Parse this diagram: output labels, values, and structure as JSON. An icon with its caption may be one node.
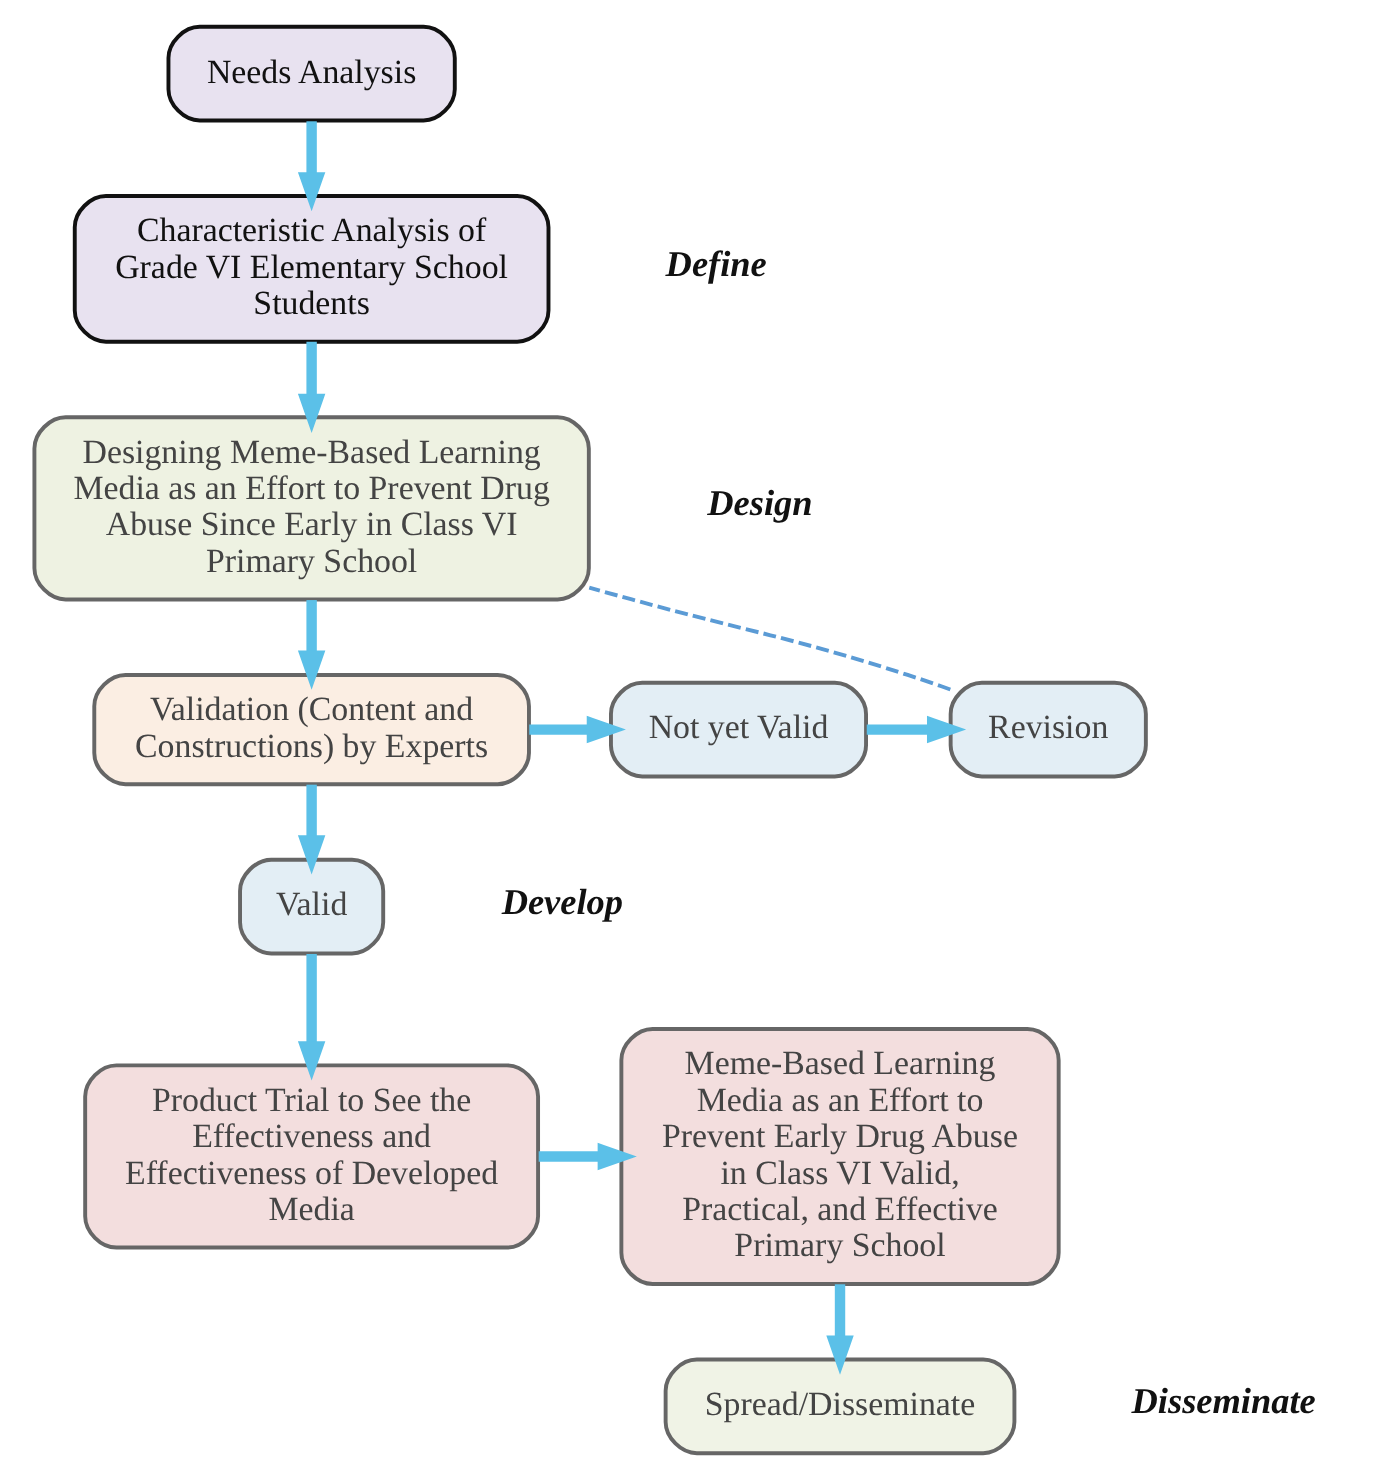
{
  "diagram": {
    "nodes": [
      {
        "text": [
          "Needs Analysis"
        ]
      },
      {
        "text": [
          "Characteristic Analysis of Grade VI Elementary School Students"
        ]
      },
      {
        "text": [
          "Designing Meme-Based Learning Media as an Effort to Prevent Drug Abuse Since Early in Class VI Primary School"
        ]
      },
      {
        "text": [
          "Validation (Content and Constructions) by Experts"
        ]
      },
      {
        "text": [
          "Not yet Valid"
        ]
      },
      {
        "text": [
          "Revision"
        ]
      },
      {
        "text": [
          "Valid"
        ]
      },
      {
        "text": [
          "Product Trial to See the Effectiveness and Effectiveness of Developed Media"
        ]
      },
      {
        "text": [
          "Meme-Based Learning Media as an Effort to Prevent Early Drug Abuse in Class VI Valid, Practical, and Effective Primary School"
        ]
      },
      {
        "text": [
          "Spread/Disseminate"
        ]
      }
    ],
    "edges": [
      {
        "from": 0,
        "to": 1,
        "arrow": "to"
      },
      {
        "from": 1,
        "to": 2,
        "arrow": "to"
      },
      {
        "from": 2,
        "to": 3,
        "arrow": "to"
      },
      {
        "from": 3,
        "to": 4,
        "arrow": "to"
      },
      {
        "from": 4,
        "to": 5,
        "arrow": "to"
      },
      {
        "from": 5,
        "to": 2,
        "arrow": "none",
        "style": "dashed"
      },
      {
        "from": 3,
        "to": 6,
        "arrow": "to"
      },
      {
        "from": 6,
        "to": 7,
        "arrow": "to"
      },
      {
        "from": 7,
        "to": 8,
        "arrow": "to"
      },
      {
        "from": 8,
        "to": 9,
        "arrow": "to"
      }
    ],
    "labels": [
      "Define",
      "Design",
      "Develop",
      "Disseminate"
    ]
  }
}
